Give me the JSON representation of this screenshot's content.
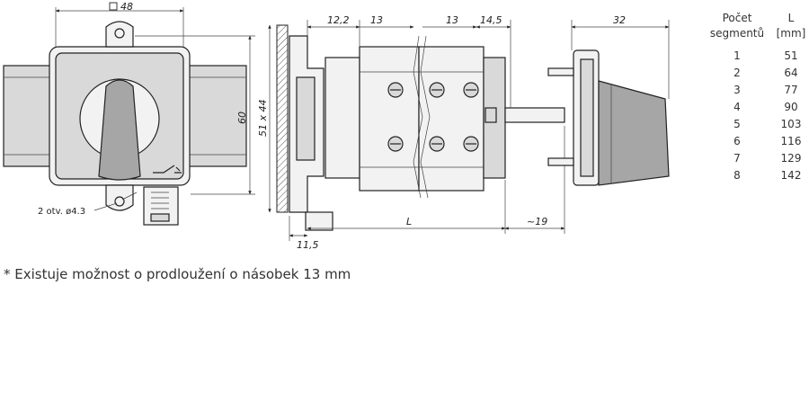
{
  "dimensions": {
    "square_48": "48",
    "height_60": "60",
    "mount_51x44": "51 x 44",
    "d_12_2": "12,2",
    "d_13_a": "13",
    "d_13_b": "13",
    "d_14_5": "14,5",
    "d_32": "32",
    "d_11_5": "11,5",
    "d_L": "L",
    "d_19": "~19"
  },
  "labels": {
    "holes": "2 otv. ø4.3"
  },
  "table": {
    "header_col1_line1": "Počet",
    "header_col1_line2": "segmentů",
    "header_col2_line1": "L",
    "header_col2_line2": "[mm]",
    "rows": [
      {
        "segments": "1",
        "L": "51"
      },
      {
        "segments": "2",
        "L": "64"
      },
      {
        "segments": "3",
        "L": "77"
      },
      {
        "segments": "4",
        "L": "90"
      },
      {
        "segments": "5",
        "L": "103"
      },
      {
        "segments": "6",
        "L": "116"
      },
      {
        "segments": "7",
        "L": "129"
      },
      {
        "segments": "8",
        "L": "142"
      }
    ]
  },
  "footnote": "* Existuje možnost o prodloužení o násobek 13 mm"
}
